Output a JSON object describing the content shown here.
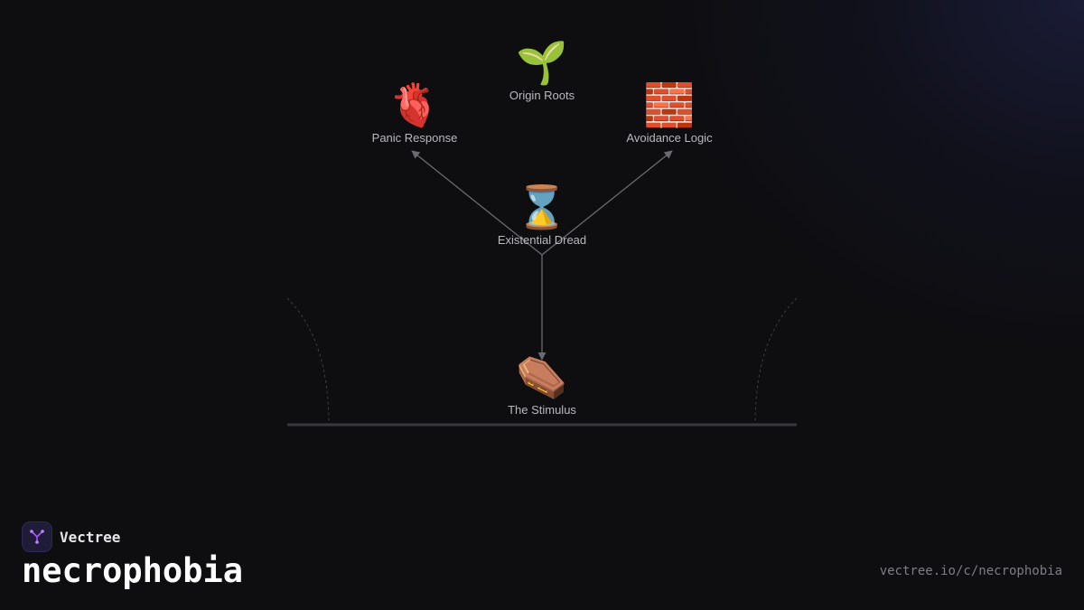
{
  "nodes": {
    "origin_roots": {
      "label": "Origin Roots",
      "icon": "seedling-icon",
      "glyph": "🌱"
    },
    "panic_response": {
      "label": "Panic Response",
      "icon": "anatomical-heart-icon",
      "glyph": "🫀"
    },
    "avoidance_logic": {
      "label": "Avoidance Logic",
      "icon": "brick-wall-icon",
      "glyph": "🧱"
    },
    "existential_dread": {
      "label": "Existential Dread",
      "icon": "hourglass-icon",
      "glyph": "⌛"
    },
    "the_stimulus": {
      "label": "The Stimulus",
      "icon": "coffin-icon",
      "glyph": "⚰️"
    }
  },
  "edges": [
    {
      "from": "existential_dread",
      "to": "panic_response"
    },
    {
      "from": "existential_dread",
      "to": "avoidance_logic"
    },
    {
      "from": "existential_dread",
      "to": "the_stimulus"
    }
  ],
  "brand": {
    "name": "Vectree",
    "icon": "vectree-logo-icon"
  },
  "page": {
    "title": "necrophobia",
    "url": "vectree.io/c/necrophobia"
  },
  "colors": {
    "background": "#0e0e11",
    "edge": "#6a6a70",
    "label": "#b9b9c0",
    "accent": "#a855f7"
  }
}
